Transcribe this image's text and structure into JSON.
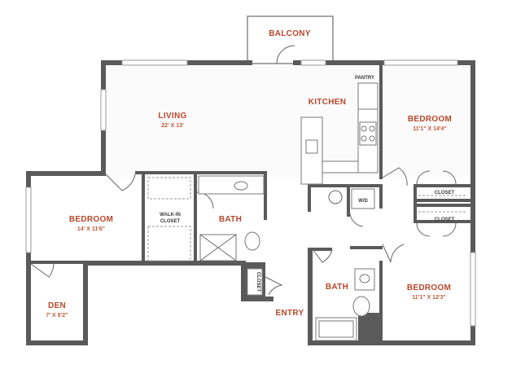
{
  "rooms": {
    "balcony": "BALCONY",
    "pantry": "PANTRY",
    "living": "LIVING",
    "living_dim": "22' X 13'",
    "kitchen": "KITCHEN",
    "bedroom_ne": "BEDROOM",
    "bedroom_ne_dim": "11'1\" X 14'4\"",
    "closet_1": "CLOSET",
    "closet_2": "CLOSET",
    "wd": "W/D",
    "bedroom_w": "BEDROOM",
    "bedroom_w_dim": "14' X 11'6\"",
    "walkin_line1": "WALK-IN",
    "walkin_line2": "CLOSET",
    "bath_main": "BATH",
    "closet_v": "CLOSET",
    "den": "DEN",
    "den_dim": "7' X 9'2\"",
    "entry": "ENTRY",
    "bath_se": "BATH",
    "bedroom_se": "BEDROOM",
    "bedroom_se_dim": "11'1\" X 12'3\""
  },
  "colors": {
    "label": "#b8472a",
    "wall": "#5a5a5a"
  }
}
